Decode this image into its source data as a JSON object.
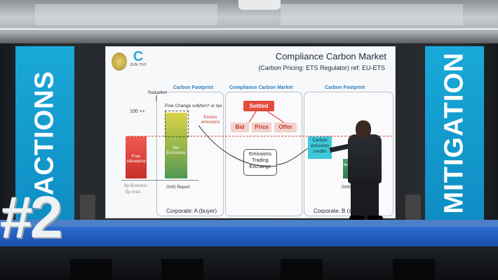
{
  "banners": {
    "left": "ACTIONS",
    "right": "MITIGATION",
    "number": "#2"
  },
  "slide": {
    "logo_text": "C",
    "logo_sub": "DUN TOO",
    "title": "Compliance Carbon Market",
    "subtitle": "(Carbon Pricing: ETS Regulator) ref: EU-ETS",
    "left_title": "Carbon Footprint",
    "mid_title": "Compliance Carbon Market",
    "right_title": "Carbon Footprint",
    "reduction": "Reduction",
    "level": "100 ++",
    "fine": "Fine Change xx$/ton? or tax",
    "excess": "Excess emissions",
    "free_allowance": "Free Allowance",
    "net_emissions": "Net Emissions",
    "net_right": "Net Em...",
    "by_business": "By Business",
    "by_area": "By Area",
    "ghg_report_1": "GHG Report",
    "ghg_report_2": "GHG Repo...",
    "settled": "Settled",
    "bid": "Bid",
    "price": "Price",
    "offer": "Offer",
    "ets": "Emissions Trading Exchange",
    "credits": "Carbon emission credits",
    "corp_a": "Corporate: A (buyer)",
    "corp_b": "Corporate: B (selle..."
  },
  "colors": {
    "banner": "#19a9d8",
    "stage": "#2c6bd0",
    "accent_red": "#e24b3d"
  }
}
